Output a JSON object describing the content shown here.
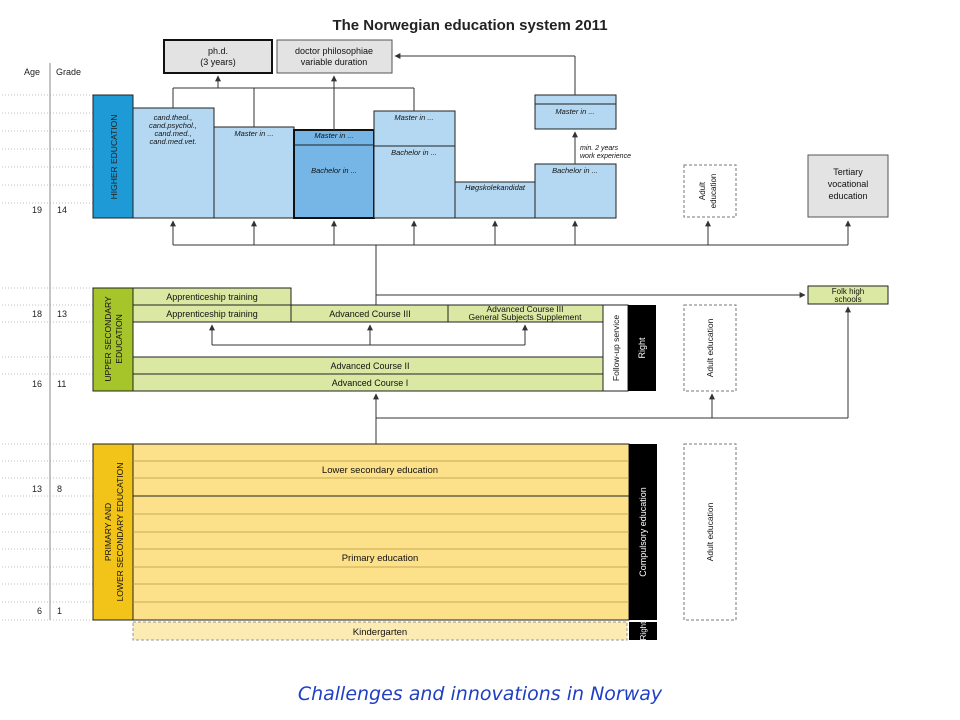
{
  "title": "The Norwegian education system 2011",
  "axis": {
    "age_header": "Age",
    "grade_header": "Grade"
  },
  "markers": [
    {
      "age": "19",
      "grade": "14"
    },
    {
      "age": "18",
      "grade": "13"
    },
    {
      "age": "16",
      "grade": "11"
    },
    {
      "age": "13",
      "grade": "8"
    },
    {
      "age": "6",
      "grade": "1"
    }
  ],
  "higher": {
    "side_label": "HIGHER EDUCATION",
    "phd_lines": [
      "ph.d.",
      "(3 years)"
    ],
    "doctor_lines": [
      "doctor philosophiae",
      "variable duration"
    ],
    "cand_lines": [
      "cand.theol.,",
      "cand.psychol.,",
      "cand.med.,",
      "cand.med.vet."
    ],
    "master_2": "Master in ...",
    "master_3": "Master in ...",
    "bachelor_3": "Bachelor in ...",
    "master_4": "Master in ...",
    "bachelor_4": "Bachelor in ...",
    "hogskole": "Høgskolekandidat",
    "master_6": "Master in ...",
    "bachelor_6": "Bachelor in ...",
    "work_exp_lines": [
      "min. 2 years",
      "work experience"
    ],
    "adult_lines": [
      "Adult",
      "education"
    ],
    "tertiary_lines": [
      "Tertiary",
      "vocational",
      "education"
    ]
  },
  "upper": {
    "side_lines": [
      "UPPER SECONDARY",
      "EDUCATION"
    ],
    "apprentice_top": "Apprenticeship training",
    "apprentice": "Apprenticeship training",
    "adv3": "Advanced Course III",
    "adv3_gen_lines": [
      "Advanced Course III",
      "General Subjects Supplement"
    ],
    "adv2": "Advanced Course II",
    "adv1": "Advanced Course I",
    "followup": "Follow-up service",
    "right": "Right",
    "adult": "Adult education",
    "folk_lines": [
      "Folk high",
      "schools"
    ]
  },
  "primary": {
    "side_lines": [
      "PRIMARY AND",
      "LOWER SECONDARY EDUCATION"
    ],
    "lower_secondary": "Lower secondary education",
    "primary": "Primary education",
    "compulsory": "Compulsory education",
    "adult": "Adult education",
    "kindergarten": "Kindergarten",
    "right": "Right"
  },
  "colors": {
    "higher_side": "#1e9ad6",
    "higher_box": "#b5d8f2",
    "higher_dark": "#76b6e6",
    "upper_side": "#a6c52a",
    "upper_box": "#dbe8a3",
    "primary_side": "#f2c419",
    "primary_box": "#fce08a",
    "kindergarten": "#fcebb2",
    "grey_box": "#e3e3e3",
    "caption": "#1f3fc4"
  },
  "caption": "Challenges and innovations in Norway"
}
